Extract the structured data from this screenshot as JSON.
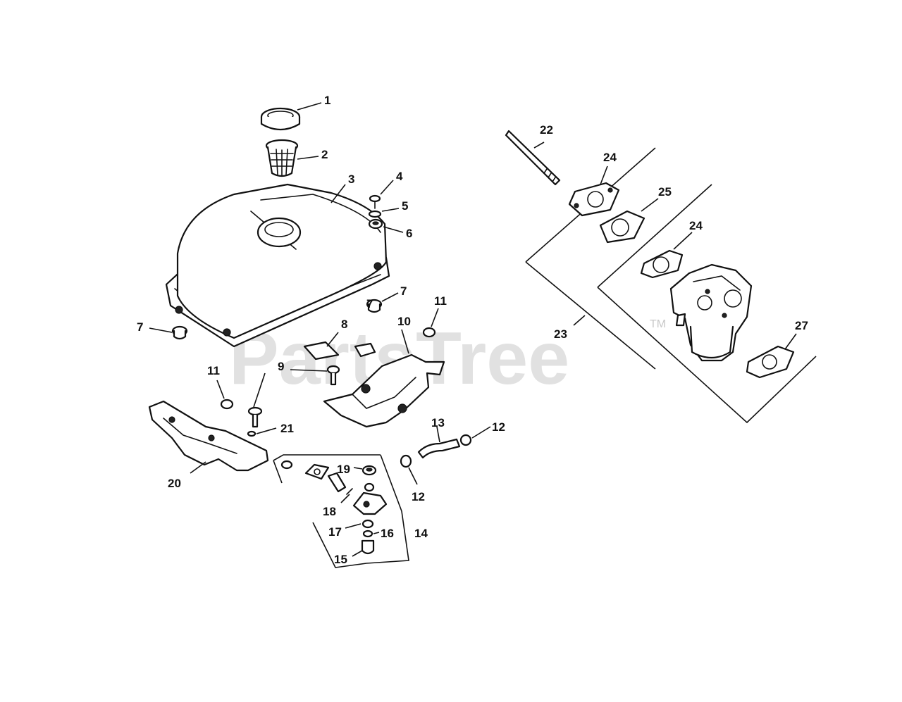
{
  "watermark": {
    "text": "PartsTree",
    "trademark": "TM"
  },
  "callouts": [
    "1",
    "2",
    "3",
    "4",
    "5",
    "6",
    "7",
    "7",
    "7",
    "8",
    "9",
    "10",
    "11",
    "11",
    "12",
    "12",
    "13",
    "14",
    "15",
    "16",
    "17",
    "18",
    "19",
    "20",
    "21",
    "22",
    "23",
    "24",
    "24",
    "25",
    "27"
  ]
}
